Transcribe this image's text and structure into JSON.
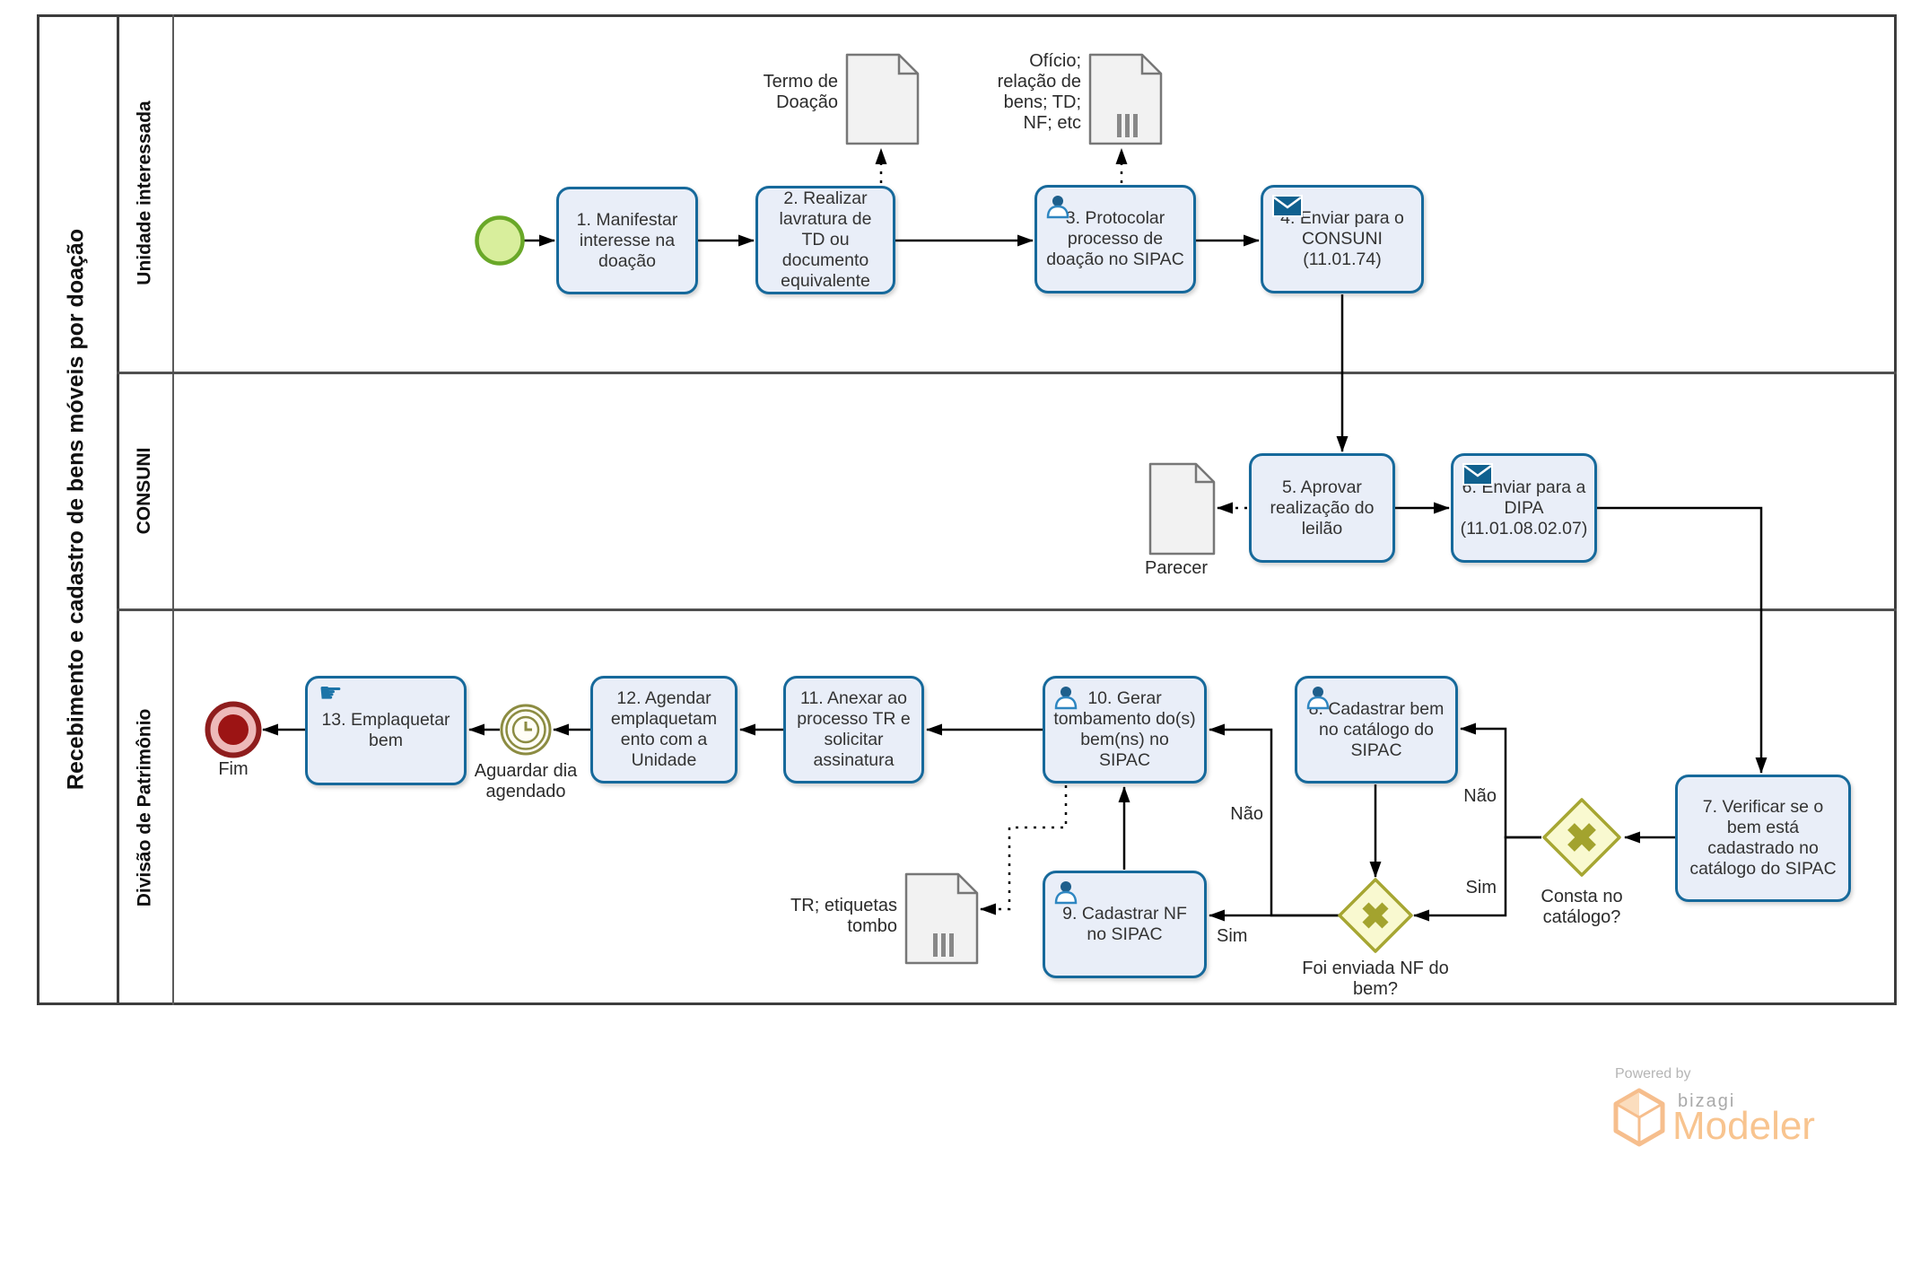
{
  "pool": {
    "title": "Recebimento e cadastro de bens móveis por doação"
  },
  "lanes": [
    "Unidade interessada",
    "CONSUNI",
    "Divisão de Patrimônio"
  ],
  "tasks": {
    "t1": "1. Manifestar interesse na doação",
    "t2": "2. Realizar lavratura de TD ou documento equivalente",
    "t3": "3. Protocolar processo de doação no SIPAC",
    "t4": "4. Enviar para o CONSUNI (11.01.74)",
    "t5": "5. Aprovar realização do leilão",
    "t6": "6. Enviar para a DIPA (11.01.08.02.07)",
    "t7": "7. Verificar se o bem está cadastrado no catálogo do SIPAC",
    "t8": "8. Cadastrar bem no catálogo do SIPAC",
    "t9": "9. Cadastrar NF no SIPAC",
    "t10": "10. Gerar tombamento do(s) bem(ns) no SIPAC",
    "t11": "11. Anexar ao processo TR e solicitar assinatura",
    "t12": "12. Agendar emplaquetamento com a Unidade",
    "t13": "13. Emplaquetar bem"
  },
  "gateways": {
    "g1": "Consta no catálogo?",
    "g2": "Foi enviada NF do bem?"
  },
  "events": {
    "end": "Fim",
    "timer": "Aguardar dia agendado"
  },
  "documents": {
    "d1": "Termo de Doação",
    "d2": "Ofício; relação de bens; TD; NF; etc",
    "d3": "Parecer",
    "d4": "TR; etiquetas tombo"
  },
  "flow_labels": {
    "g1_nao": "Não",
    "g1_sim": "Sim",
    "g2_nao": "Não",
    "g2_sim": "Sim"
  },
  "icons": {
    "hand_glyph": "☛"
  },
  "branding": {
    "powered_by": "Powered by",
    "brand": "bizagi",
    "product": "Modeler"
  },
  "colors": {
    "task_border": "#16699B",
    "task_fill": "#E9EEF8",
    "gateway_border": "#A6A632",
    "gateway_fill": "#F9F9D0",
    "start_fill": "#D8EE9C",
    "start_border": "#69A828",
    "end_color": "#8F1D1D",
    "timer_color": "#8C8C42",
    "flow": "#000000",
    "doc_fill": "#F2F2F2",
    "brand_orange": "#F8C48F"
  }
}
